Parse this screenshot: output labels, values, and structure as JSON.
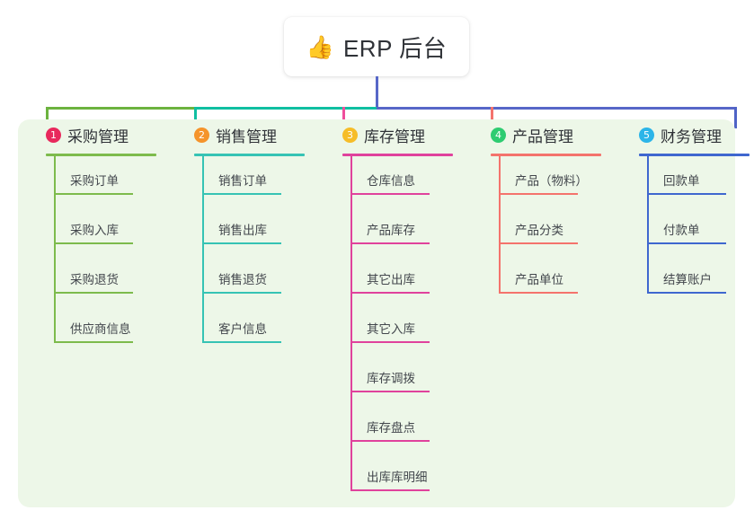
{
  "title": {
    "emoji": "👍",
    "emoji_name": "thumbs-up-emoji",
    "text": "ERP 后台"
  },
  "theme": {
    "panel_background": "#edf7e8",
    "page_background": "#ffffff",
    "card_background": "#ffffff",
    "title_text_color": "#2f3237",
    "leaf_text_color": "#43474d",
    "bus_green": "#6cb33f",
    "bus_teal": "#0fbfa1",
    "bus_blue": "#5767c8"
  },
  "columns": [
    {
      "number": "1",
      "title": "采购管理",
      "badge_color": "#e8295c",
      "line_color": "#7dbb4c",
      "drop_color": "#6cb33f",
      "items": [
        "采购订单",
        "采购入库",
        "采购退货",
        "供应商信息"
      ]
    },
    {
      "number": "2",
      "title": "销售管理",
      "badge_color": "#f5942b",
      "line_color": "#36c3b4",
      "drop_color": "#0fbfa1",
      "items": [
        "销售订单",
        "销售出库",
        "销售退货",
        "客户信息"
      ]
    },
    {
      "number": "3",
      "title": "库存管理",
      "badge_color": "#f6bd28",
      "line_color": "#e0429c",
      "drop_color": "#ef4e9b",
      "items": [
        "仓库信息",
        "产品库存",
        "其它出库",
        "其它入库",
        "库存调拨",
        "库存盘点",
        "出库库明细"
      ]
    },
    {
      "number": "4",
      "title": "产品管理",
      "badge_color": "#2ecc71",
      "line_color": "#f4736c",
      "drop_color": "#f4736c",
      "items": [
        "产品（物料）",
        "产品分类",
        "产品单位"
      ]
    },
    {
      "number": "5",
      "title": "财务管理",
      "badge_color": "#2cb5e8",
      "line_color": "#3f67cf",
      "drop_color": "#4f63c6",
      "items": [
        "回款单",
        "付款单",
        "结算账户"
      ]
    }
  ]
}
